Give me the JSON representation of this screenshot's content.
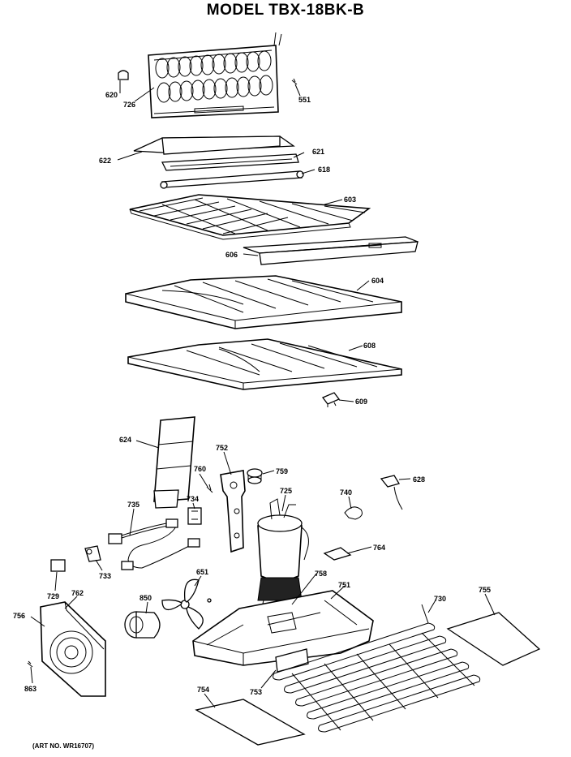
{
  "title": "MODEL TBX-18BK-B",
  "art_number": "(ART NO. WR16707)",
  "parts": [
    {
      "id": "p620",
      "label": "620"
    },
    {
      "id": "p726",
      "label": "726"
    },
    {
      "id": "p551",
      "label": "551"
    },
    {
      "id": "p622",
      "label": "622"
    },
    {
      "id": "p621",
      "label": "621"
    },
    {
      "id": "p618",
      "label": "618"
    },
    {
      "id": "p603",
      "label": "603"
    },
    {
      "id": "p606",
      "label": "606"
    },
    {
      "id": "p604",
      "label": "604"
    },
    {
      "id": "p608",
      "label": "608"
    },
    {
      "id": "p609",
      "label": "609"
    },
    {
      "id": "p624",
      "label": "624"
    },
    {
      "id": "p752",
      "label": "752"
    },
    {
      "id": "p760",
      "label": "760"
    },
    {
      "id": "p759",
      "label": "759"
    },
    {
      "id": "p734",
      "label": "734"
    },
    {
      "id": "p725",
      "label": "725"
    },
    {
      "id": "p740",
      "label": "740"
    },
    {
      "id": "p628",
      "label": "628"
    },
    {
      "id": "p735",
      "label": "735"
    },
    {
      "id": "p764",
      "label": "764"
    },
    {
      "id": "p733",
      "label": "733"
    },
    {
      "id": "p651",
      "label": "651"
    },
    {
      "id": "p758",
      "label": "758"
    },
    {
      "id": "p729",
      "label": "729"
    },
    {
      "id": "p762",
      "label": "762"
    },
    {
      "id": "p751",
      "label": "751"
    },
    {
      "id": "p730",
      "label": "730"
    },
    {
      "id": "p755",
      "label": "755"
    },
    {
      "id": "p756",
      "label": "756"
    },
    {
      "id": "p850",
      "label": "850"
    },
    {
      "id": "p863",
      "label": "863"
    },
    {
      "id": "p754",
      "label": "754"
    },
    {
      "id": "p753",
      "label": "753"
    }
  ]
}
